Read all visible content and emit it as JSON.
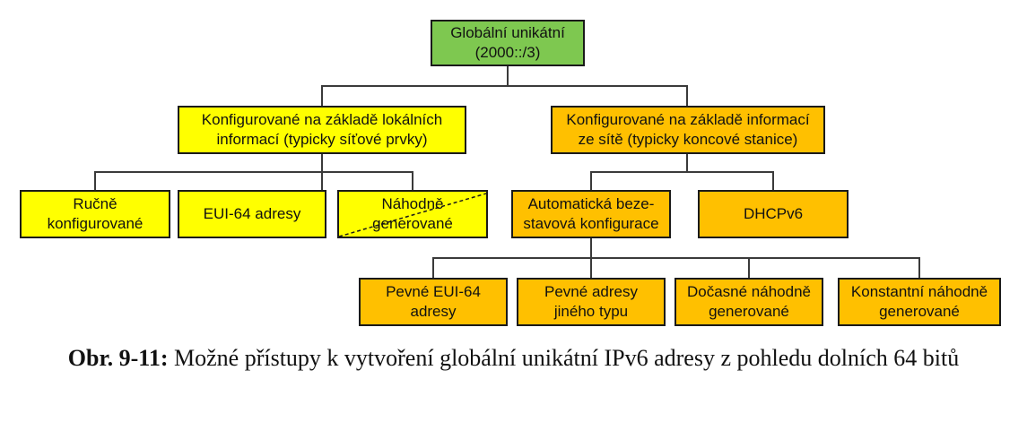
{
  "nodes": {
    "root": {
      "line1": "Globální unikátní",
      "line2": "(2000::/3)"
    },
    "local": {
      "line1": "Konfigurované na základě lokálních",
      "line2": "informací (typicky síťové prvky)"
    },
    "network": {
      "line1": "Konfigurované na základě informací",
      "line2": "ze sítě (typicky koncové stanice)"
    },
    "manual": {
      "line1": "Ručně",
      "line2": "konfigurované"
    },
    "eui64": {
      "line1": "EUI-64 adresy"
    },
    "random": {
      "line1": "Náhodně",
      "line2": "generované"
    },
    "slaac": {
      "line1": "Automatická beze-",
      "line2": "stavová konfigurace"
    },
    "dhcpv6": {
      "line1": "DHCPv6"
    },
    "fixed_eui64": {
      "line1": "Pevné EUI-64",
      "line2": "adresy"
    },
    "fixed_other": {
      "line1": "Pevné adresy",
      "line2": "jiného typu"
    },
    "temp_random": {
      "line1": "Dočasné náhodně",
      "line2": "generované"
    },
    "const_random": {
      "line1": "Konstantní náhodně",
      "line2": "generované"
    }
  },
  "caption": {
    "label": "Obr. 9-11:",
    "text": " Možné přístupy k vytvoření globální unikátní IPv6 adresy z pohledu dolních 64 bitů"
  },
  "colors": {
    "root": "#7ec850",
    "local_branch": "#ffff00",
    "network_branch": "#ffc000",
    "lines": "#3a3a3a"
  }
}
